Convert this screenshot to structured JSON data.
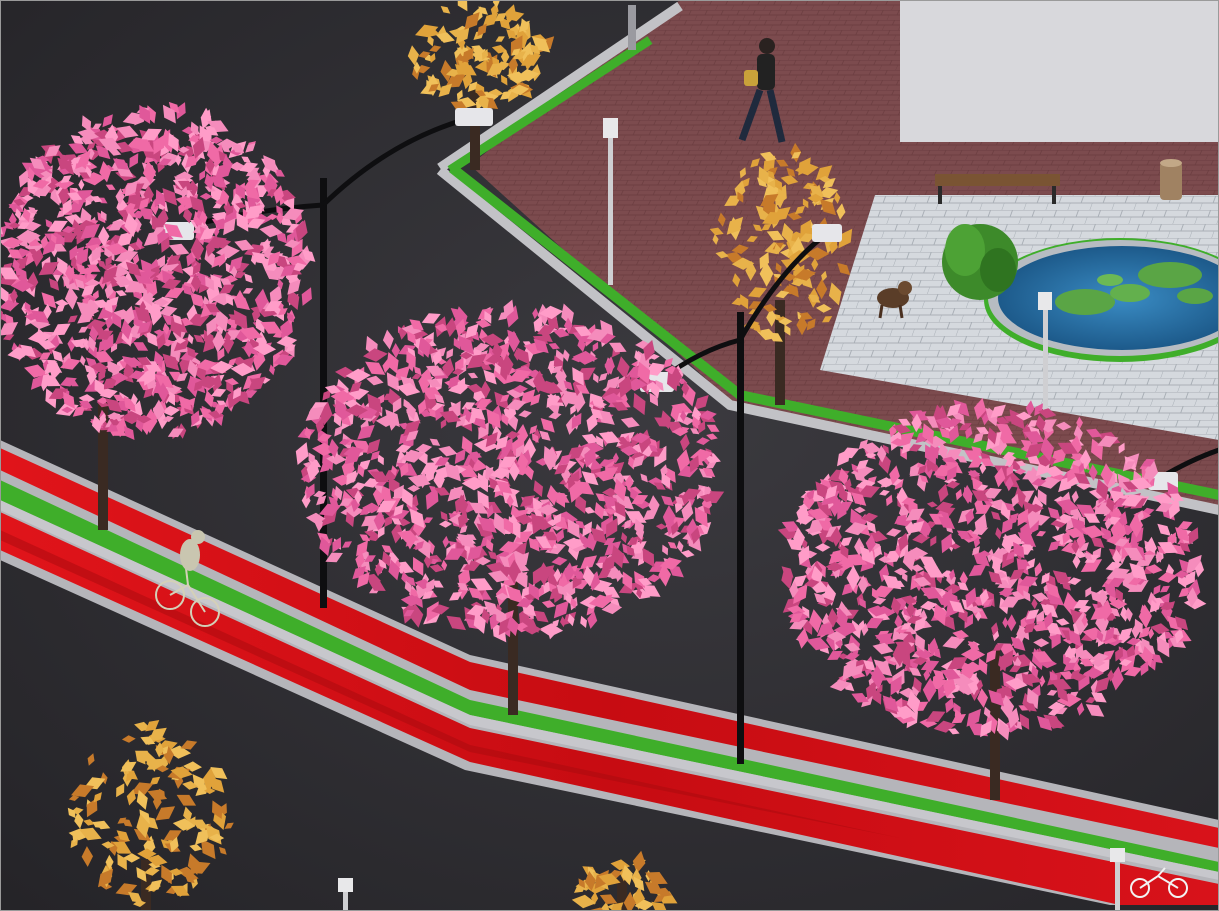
{
  "scene": {
    "kind": "3d-render",
    "colors": {
      "asphalt": "#2e2d31",
      "asphalt_light": "#3a393d",
      "plaza_brick": "#7a4a4c",
      "bike_lane": "#d20f14",
      "bike_lane_dark": "#a80a0e",
      "curb": "#b9b9bd",
      "grass": "#3fae2a",
      "blossom": "#f06aa6",
      "blossom_dark": "#c9467f",
      "autumn_leaf": "#e0a23a",
      "water": "#1f6fa8",
      "lily_pad": "#5aa545",
      "pavers": "#d7dbe0",
      "building_wall": "#d9d9dd",
      "lamp_pole": "#0e0e10"
    },
    "elements": [
      "cherry-blossom-tree",
      "autumn-tree",
      "street-lamp",
      "bike-lane",
      "cyclist",
      "pedestrian",
      "dog",
      "fountain-pond",
      "park-bench",
      "trash-bin",
      "bike-lane-marking"
    ]
  }
}
